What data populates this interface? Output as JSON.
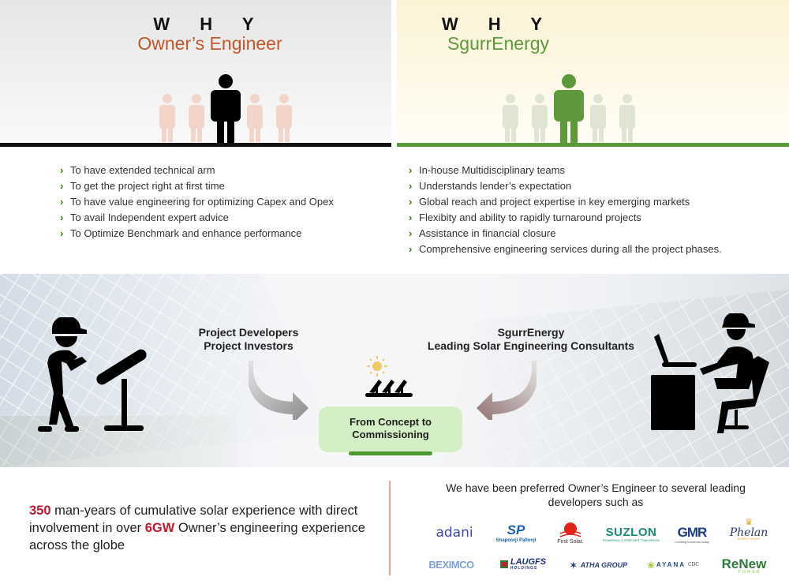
{
  "left_panel": {
    "heading": "W H Y",
    "subheading": "Owner’s Engineer",
    "accent_color": "#c4562a",
    "bullets": [
      "To have extended technical arm",
      "To get the project right at first time",
      "To have value engineering for optimizing Capex and Opex",
      "To avail Independent expert advice",
      "To Optimize Benchmark and enhance performance"
    ]
  },
  "right_panel": {
    "heading": "W H Y",
    "subheading": "SgurrEnergy",
    "accent_color": "#5e9a3c",
    "bullets": [
      "In-house Multidisciplinary teams",
      "Understands lender’s expectation",
      "Global reach and project expertise in key emerging markets",
      "Flexibity and ability to rapidly turnaround projects",
      "Assistance in financial closure",
      "Comprehensive engineering services during all the project phases."
    ]
  },
  "bullet_glyph": "›",
  "middle": {
    "developers_label": [
      "Project Developers",
      "Project Investors"
    ],
    "sgurr_label": [
      "SgurrEnergy",
      "Leading Solar Engineering Consultants"
    ],
    "concept_box": [
      "From Concept to",
      "Commissioning"
    ]
  },
  "bottom": {
    "stat": {
      "num1": "350",
      "text1": " man-years of cumulative solar experience with direct involvement in over ",
      "num2": "6GW",
      "text2": " Owner’s engineering experience across the globe"
    },
    "preferred_text": "We have been preferred Owner’s Engineer to several leading developers such as",
    "logos": [
      {
        "name": "adani",
        "label": "adani"
      },
      {
        "name": "shapoorji-pallonji",
        "label": "SP",
        "sub": "Shapoorji Pallonji"
      },
      {
        "name": "first-solar",
        "label": "First Solar."
      },
      {
        "name": "suzlon",
        "label": "SUZLON",
        "sub": "POWERING A GREENER TOMORROW"
      },
      {
        "name": "gmr",
        "label": "GMR",
        "sub": "Creating tomorrow today"
      },
      {
        "name": "phelan",
        "label": "Phelan",
        "sub": "ENERGY GROUP"
      },
      {
        "name": "beximco",
        "label": "BEXIMCO"
      },
      {
        "name": "laugfs",
        "label": "LAUGFS",
        "sub": "HOLDINGS"
      },
      {
        "name": "atha-group",
        "label": "ATHA GROUP"
      },
      {
        "name": "ayana",
        "label": "AYANA",
        "sub": "CDC"
      },
      {
        "name": "renew-power",
        "label": "ReNew",
        "sub": "POWER"
      }
    ]
  }
}
